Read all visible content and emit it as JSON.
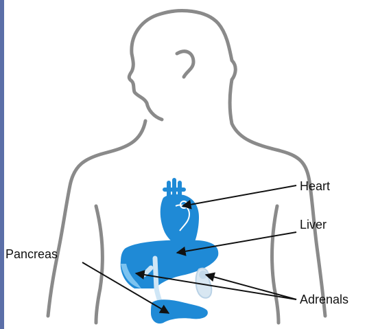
{
  "labels": {
    "heart": "Heart",
    "liver": "Liver",
    "pancreas": "Pancreas",
    "adrenals": "Adrenals"
  },
  "colors": {
    "organ_blue": "#1f8ad6",
    "organ_light": "#7cc3f0",
    "outline_gray": "#8a8a8a",
    "arrow": "#111111",
    "left_strip": "#5b6fa8"
  },
  "icons": {
    "body": "human-torso-outline",
    "heart": "heart-organ",
    "liver": "liver-organ",
    "pancreas": "pancreas-organ",
    "adrenals": "adrenal-gland"
  }
}
